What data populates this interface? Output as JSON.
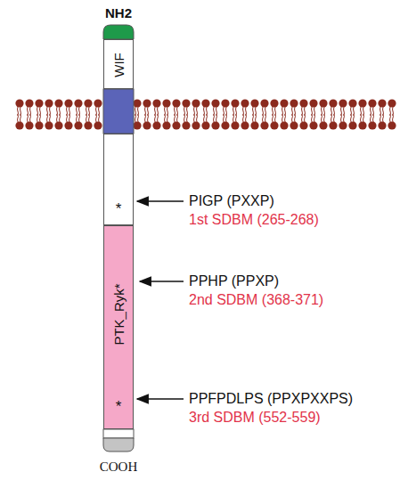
{
  "diagram": {
    "nodes": [
      {
        "text": [
          "WIF"
        ]
      },
      {
        "text": [
          "*"
        ]
      },
      {
        "text": [
          "PTK_Ryk*",
          "*"
        ]
      }
    ],
    "labels": [
      "NH2",
      "PIGP (PXXP)",
      "1st SDBM (265-268)",
      "PPHP (PPXP)",
      "2nd SDBM (368-371)",
      "PPFPDLPS (PPXPXXPS)",
      "3rd SDBM (552-559)",
      "COOH"
    ]
  }
}
